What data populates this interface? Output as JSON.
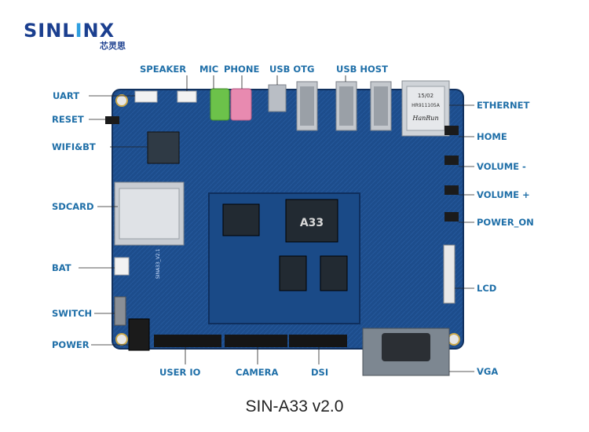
{
  "logo": {
    "brand_sin": "SINL",
    "brand_i": "I",
    "brand_nx": "NX",
    "chinese": "芯灵思"
  },
  "labels": {
    "speaker": "SPEAKER",
    "mic": "MIC",
    "phone": "PHONE",
    "usb_otg": "USB OTG",
    "usb_host": "USB HOST",
    "uart": "UART",
    "reset": "RESET",
    "wifi_bt": "WIFI&BT",
    "sdcard": "SDCARD",
    "bat": "BAT",
    "switch": "SWITCH",
    "power": "POWER",
    "ethernet": "ETHERNET",
    "home": "HOME",
    "volume_minus": "VOLUME -",
    "volume_plus": "VOLUME +",
    "power_on": "POWER_ON",
    "lcd": "LCD",
    "vga": "VGA",
    "user_io": "USER IO",
    "camera": "CAMERA",
    "dsi": "DSI"
  },
  "chip_text": {
    "soc": "A33",
    "ethernet_jack": "HanRun",
    "ethernet_code": "HR911105A",
    "date": "15/02"
  },
  "board_silk": "SINA33_V2.1",
  "caption": "SIN-A33 v2.0",
  "colors": {
    "label": "#1f6fa8",
    "board": "#1d4d8c",
    "board_dark": "#163d72",
    "logo": "#1b3f8f"
  }
}
